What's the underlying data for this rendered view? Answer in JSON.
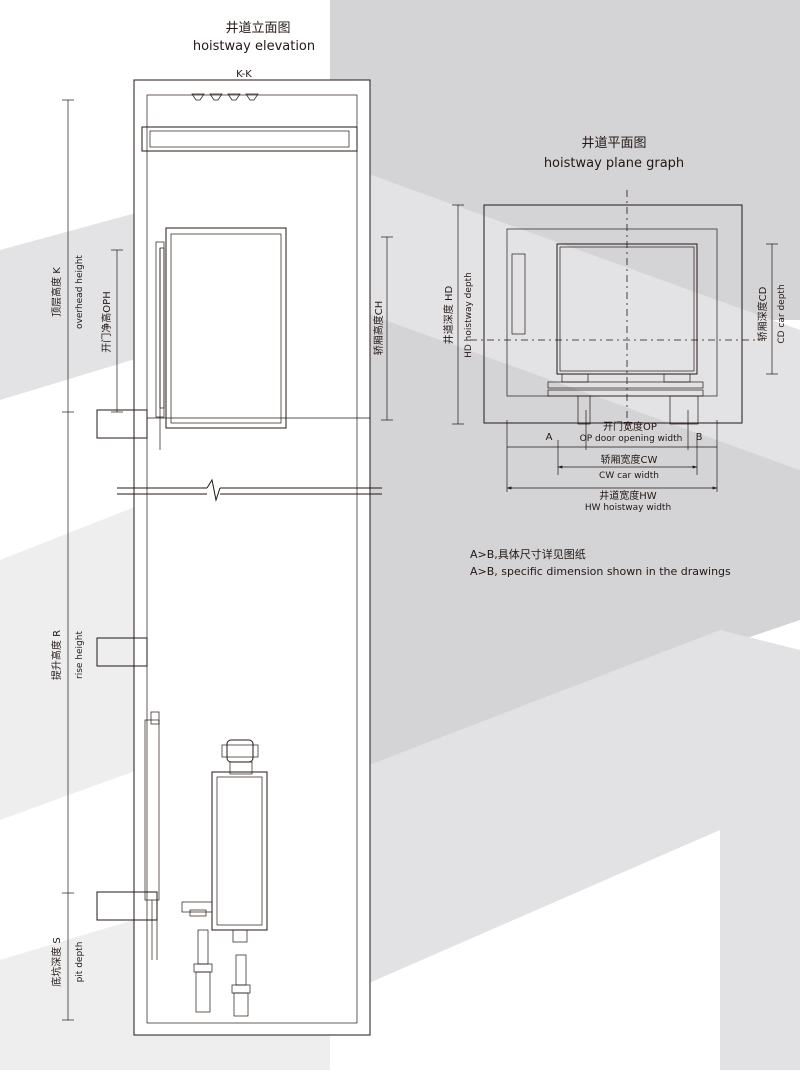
{
  "colors": {
    "background": "#ffffff",
    "band_dark": "#d4d4d6",
    "band_light": "#eeeeef",
    "line": "#231815"
  },
  "elevation": {
    "title_cn": "井道立面图",
    "title_en": "hoistway elevation",
    "section_label": "K-K",
    "overhead_cn": "顶层高度 K",
    "overhead_en": "overhead height",
    "door_height_cn": "开门净高OPH",
    "car_height_cn": "轿厢高度CH",
    "rise_cn": "提升高度 R",
    "rise_en": "rise height",
    "pit_cn": "底坑深度 S",
    "pit_en": "pit depth"
  },
  "plan": {
    "title_cn": "井道平面图",
    "title_en": "hoistway plane graph",
    "hd_cn": "井道深度 HD",
    "hd_en": "HD hoistway depth",
    "cd_cn": "轿厢深度CD",
    "cd_en": "CD car depth",
    "label_a": "A",
    "label_b": "B",
    "op_cn": "开门宽度OP",
    "op_en": "OP door opening width",
    "cw_cn": "轿厢宽度CW",
    "cw_en": "CW car width",
    "hw_cn": "井道宽度HW",
    "hw_en": "HW hoistway width"
  },
  "note": {
    "cn": "A>B,具体尺寸详见图纸",
    "en": "A>B, specific dimension shown in the drawings"
  }
}
